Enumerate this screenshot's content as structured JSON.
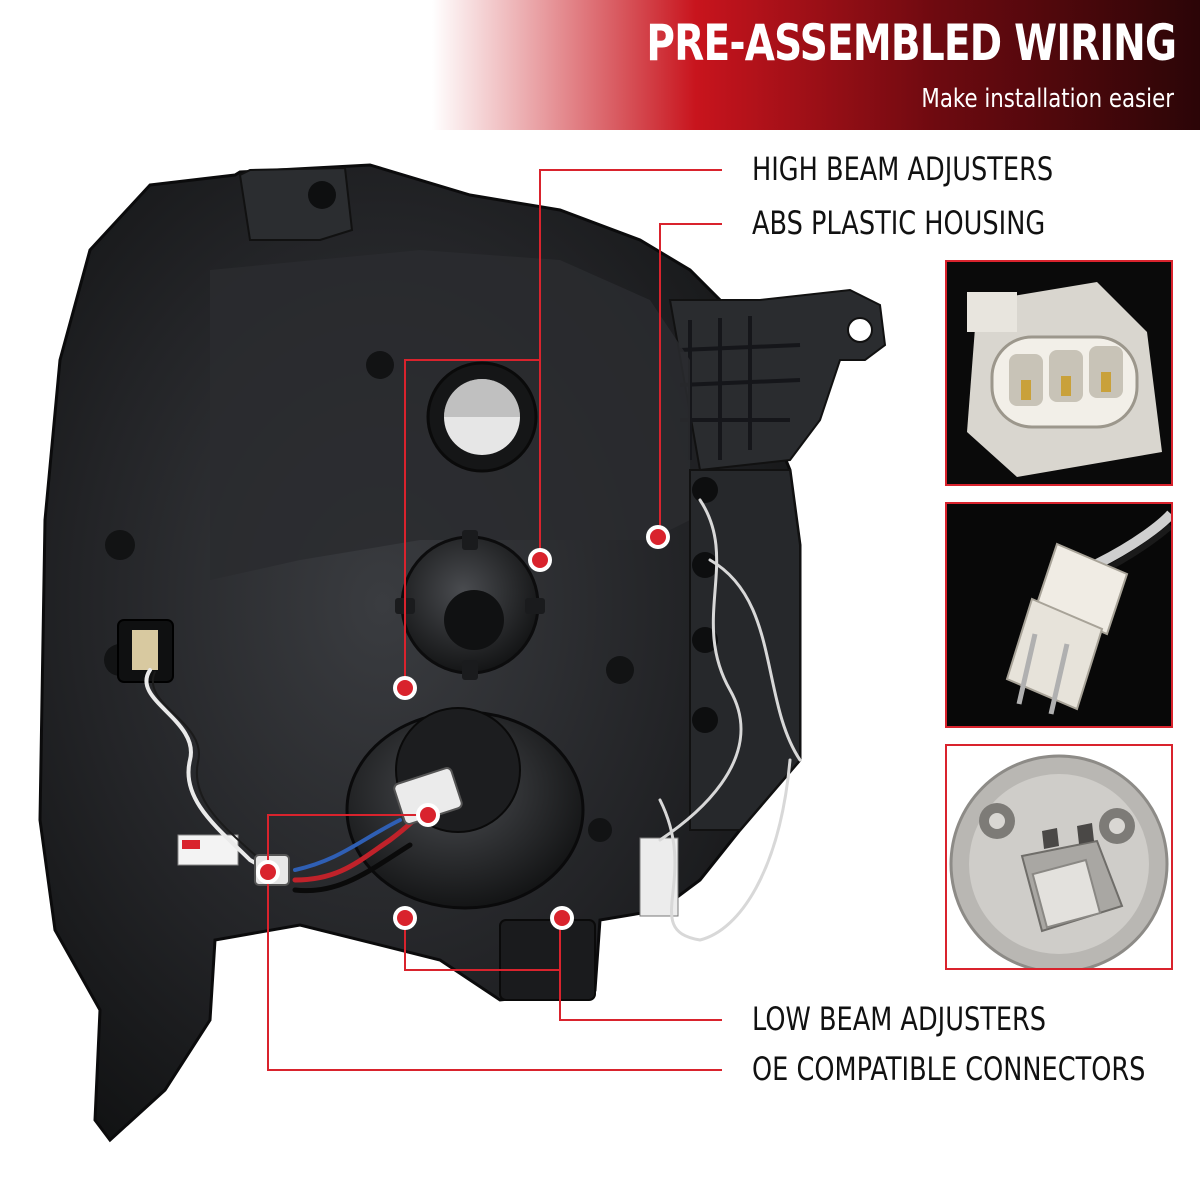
{
  "banner": {
    "title": "PRE-ASSEMBLED WIRING",
    "subtitle": "Make installation easier"
  },
  "callouts": {
    "high_beam": "HIGH BEAM ADJUSTERS",
    "abs_housing": "ABS PLASTIC HOUSING",
    "low_beam": "LOW BEAM ADJUSTERS",
    "oe_connectors": "OE COMPATIBLE CONNECTORS"
  },
  "colors": {
    "accent": "#d9232d",
    "banner_dark": "#6e0a10",
    "housing": "#1c1d1f",
    "text": "#111111"
  },
  "insets": [
    {
      "name": "three-pin-connector-icon"
    },
    {
      "name": "t10-wedge-bulb-icon"
    },
    {
      "name": "h1-halogen-bulb-icon"
    }
  ]
}
